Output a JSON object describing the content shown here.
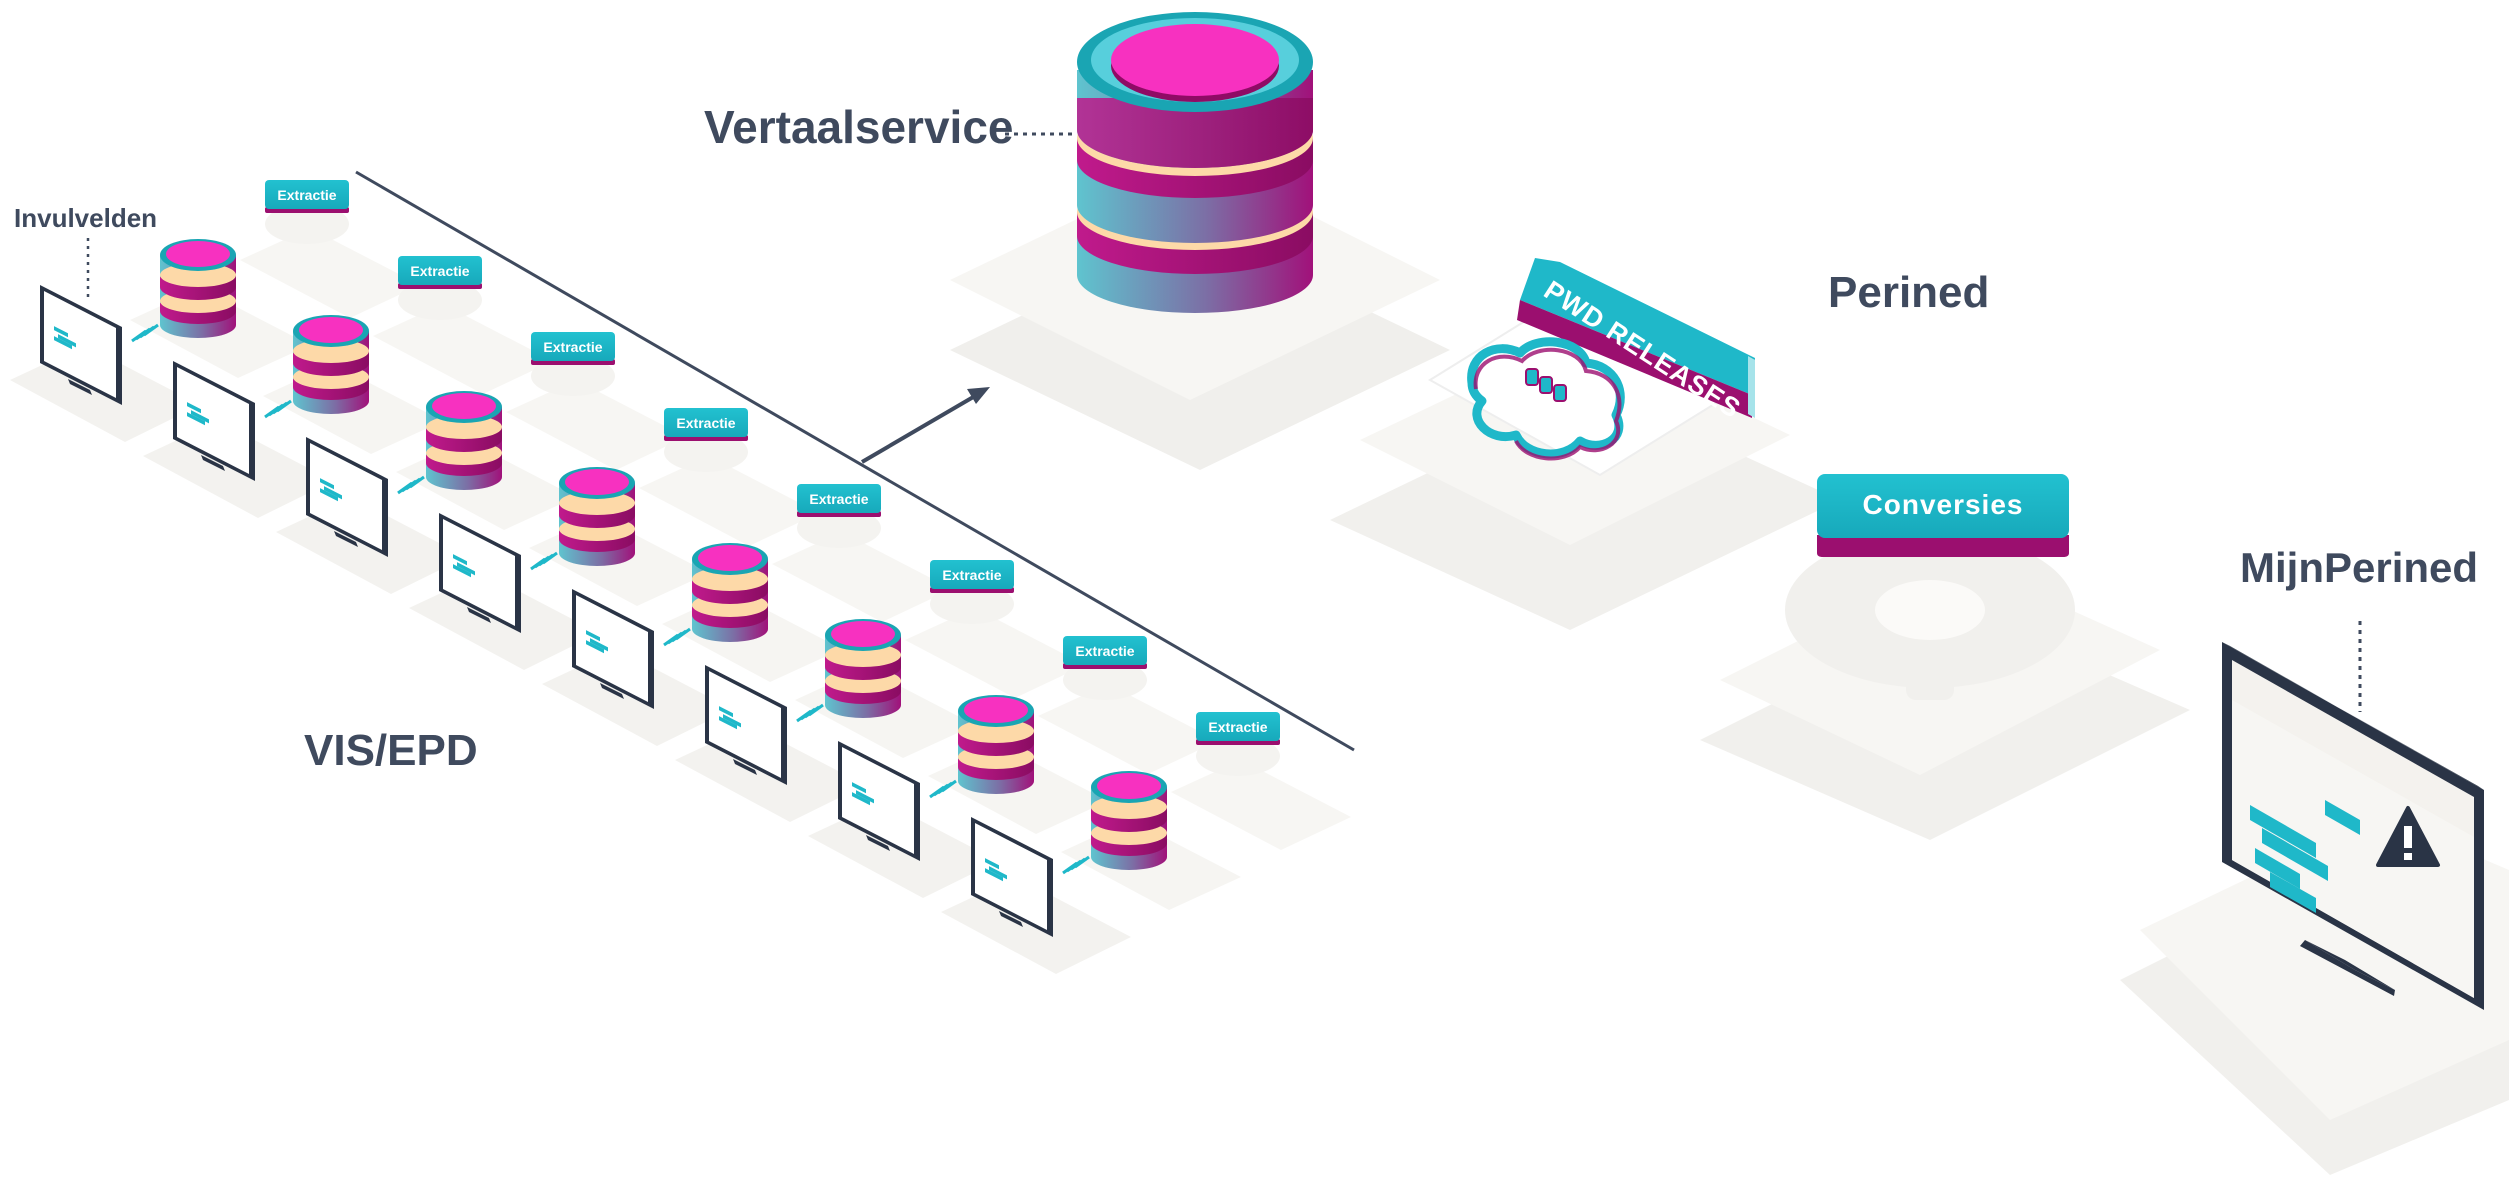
{
  "labels": {
    "vertaalservice": "Vertaalservice",
    "perined": "Perined",
    "mijnperined": "MijnPerined",
    "vis_epd": "VIS/EPD",
    "invulvelden": "Invulvelden"
  },
  "badges": {
    "extractie": "Extractie",
    "conversies": "Conversies",
    "pwd_releases": "PWD RELEASES"
  },
  "sources": {
    "count": 8
  },
  "icons": {
    "database": "database-icon",
    "monitor": "monitor-icon",
    "gear": "gear-icon",
    "warning": "warning-icon",
    "chat": "chat-bubble-icon",
    "arrow": "arrow-icon"
  },
  "colors": {
    "teal": "#1fb8c9",
    "magenta": "#e8209e",
    "dark_magenta": "#9b0f6f",
    "peach": "#fdd9a8",
    "navy": "#3f4a5e",
    "platform": "#f6f5f2"
  }
}
